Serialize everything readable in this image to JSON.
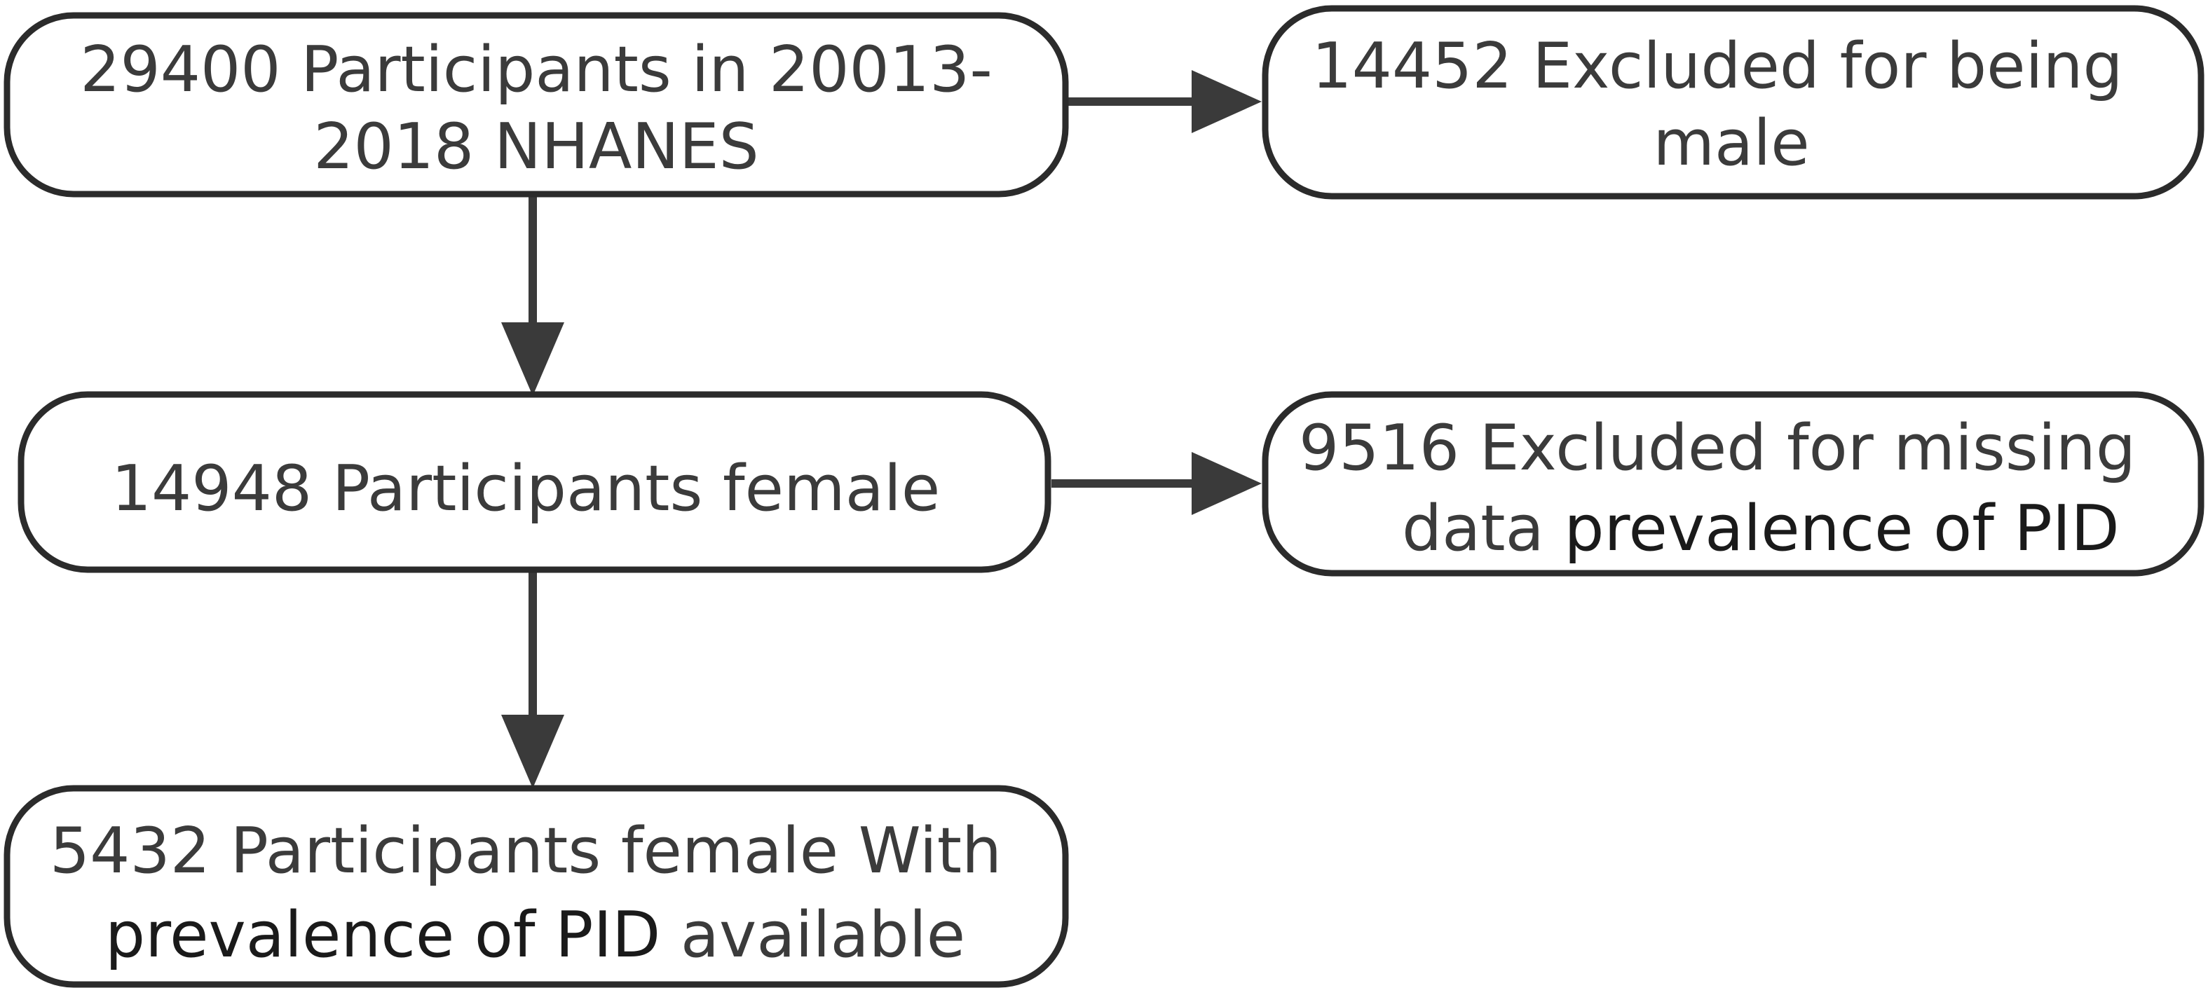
{
  "flowchart": {
    "participants_total": {
      "line1": "29400 Participants in 20013-",
      "line2": "2018 NHANES"
    },
    "excluded_male": {
      "line1": "14452 Excluded for being",
      "line2": "male"
    },
    "participants_female": {
      "line1": "14948 Participants female"
    },
    "excluded_missing": {
      "line1": "9516 Excluded for missing",
      "line2_part1": "data ",
      "line2_part2": "prevalence of PID"
    },
    "final_sample": {
      "line1": "5432 Participants female With",
      "line2_part1": "prevalence of PID",
      "line2_part2": " available"
    }
  },
  "colors": {
    "box_stroke": "#2b2b2b",
    "arrow": "#3a3a3a",
    "text": "#3b3b3b",
    "text_dark": "#1a1a1a",
    "background": "#ffffff"
  }
}
